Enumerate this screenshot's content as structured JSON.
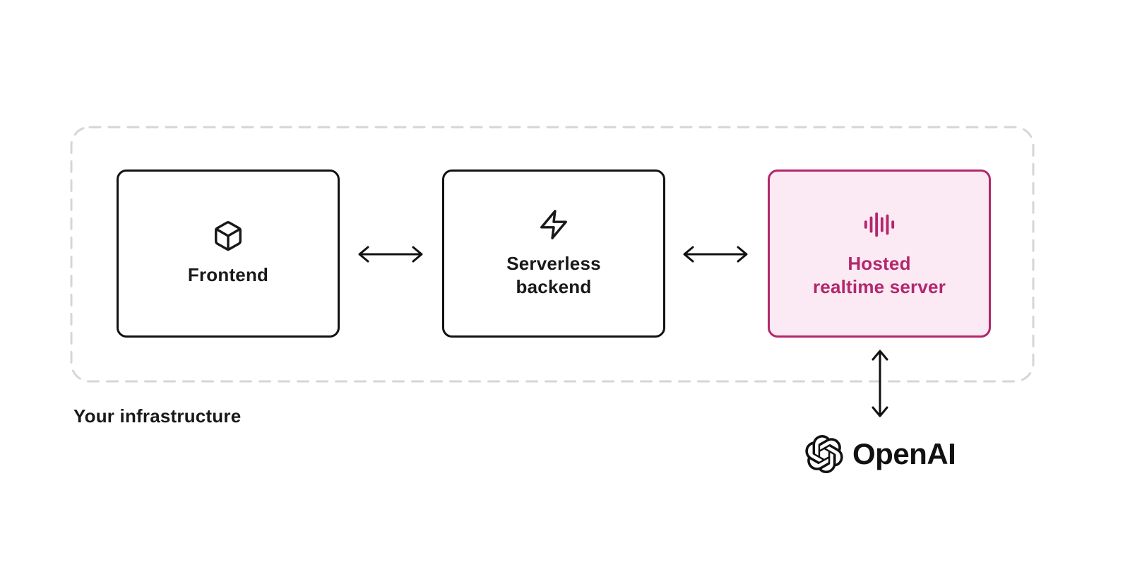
{
  "diagram": {
    "infrastructure_label": "Your infrastructure",
    "nodes": {
      "frontend": {
        "label": "Frontend",
        "icon": "cube-icon"
      },
      "serverless": {
        "label": "Serverless\nbackend",
        "icon": "lightning-icon"
      },
      "realtime": {
        "label": "Hosted\nrealtime server",
        "icon": "waveform-icon"
      }
    },
    "external_service": {
      "label": "OpenAI",
      "icon": "openai-logo-icon"
    },
    "connections": [
      {
        "from": "frontend",
        "to": "serverless",
        "type": "bidirectional"
      },
      {
        "from": "serverless",
        "to": "realtime",
        "type": "bidirectional"
      },
      {
        "from": "realtime",
        "to": "openai",
        "type": "bidirectional"
      }
    ],
    "colors": {
      "accent": "#b3276b",
      "accent_background": "#fbe9f3",
      "node_border": "#121212",
      "container_border": "#d6d6d6",
      "text": "#191919"
    }
  }
}
